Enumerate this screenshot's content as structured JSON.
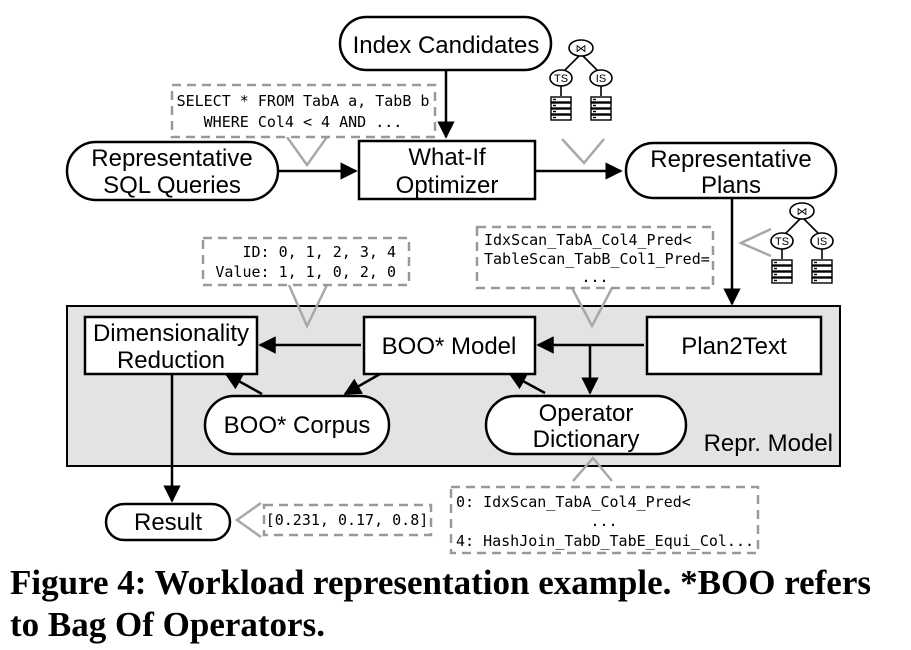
{
  "nodes": {
    "index_candidates": "Index Candidates",
    "rep_sql": [
      "Representative",
      "SQL Queries"
    ],
    "whatif": [
      "What-If",
      "Optimizer"
    ],
    "rep_plans": [
      "Representative",
      "Plans"
    ],
    "dim_red": [
      "Dimensionality",
      "Reduction"
    ],
    "boo_model": "BOO* Model",
    "plan2text": "Plan2Text",
    "boo_corpus": "BOO* Corpus",
    "op_dict": [
      "Operator",
      "Dictionary"
    ],
    "result": "Result",
    "repr_model": "Repr. Model"
  },
  "snippets": {
    "sql": [
      "SELECT * FROM TabA a, TabB b",
      "WHERE Col4 < 4 AND ..."
    ],
    "ids": [
      "ID: 0, 1, 2, 3, 4",
      "Value: 1, 1, 0, 2, 0"
    ],
    "ops": [
      "IdxScan_TabA_Col4_Pred<",
      "TableScan_TabB_Col1_Pred=",
      "..."
    ],
    "dict": [
      "0: IdxScan_TabA_Col4_Pred<",
      "...",
      "4: HashJoin_TabD_TabE_Equi_Col..."
    ],
    "vector": "[0.231, 0.17, 0.8]"
  },
  "plan_tree": {
    "join_symbol": "⋈",
    "left": "TS",
    "right": "IS"
  },
  "caption": "Figure 4: Workload representation example. *BOO refers to Bag Of Operators."
}
